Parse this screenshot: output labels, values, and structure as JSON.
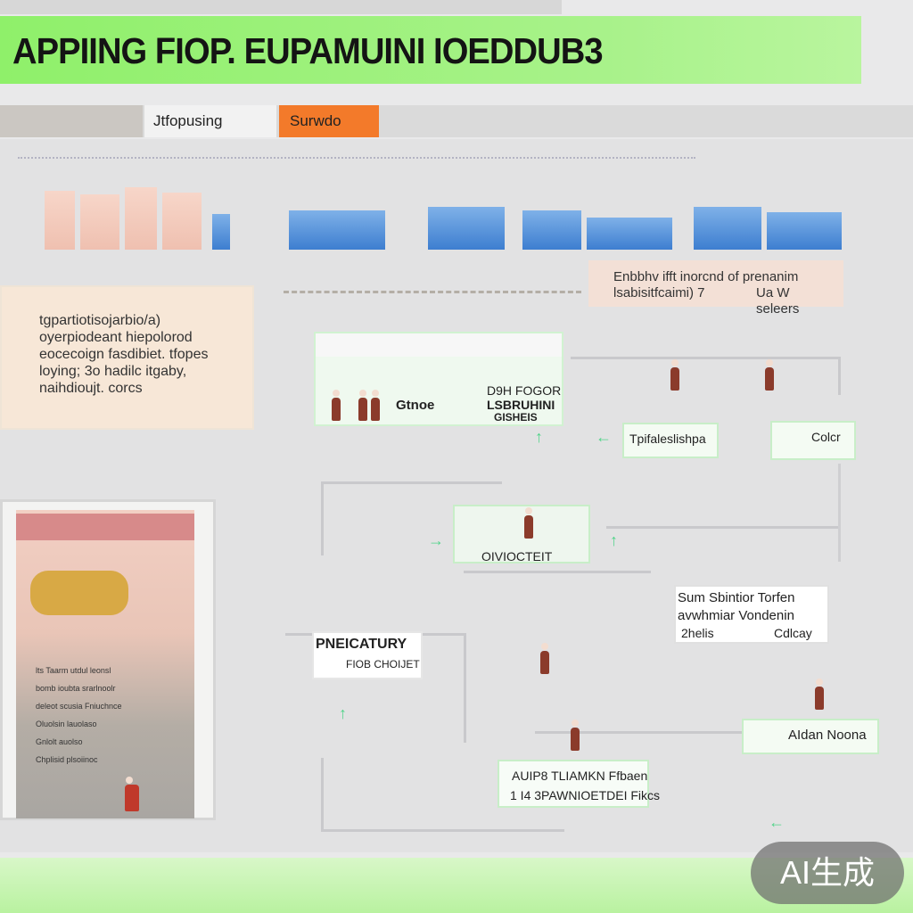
{
  "header": {
    "title": "APPIING FIOP. EUPAMUINI IOEDDUB3"
  },
  "tabs": [
    {
      "label": "Jtfopusing"
    },
    {
      "label": "Surwdo"
    }
  ],
  "info_box": {
    "lines": [
      "tgpartiotisojarbio/a)",
      "oyerpiodeant hiepolorod",
      "eocecoign fasdibiet. tfopes",
      "loying; 3o hadilc itgaby,",
      "naihdioujt. corcs"
    ]
  },
  "note_box": {
    "line1": "Enbbhv ifft inorcnd of prenanim",
    "line2": "lsabisitfcaimi) 7",
    "line3": "Ua W seleers"
  },
  "nodes": {
    "top_center": {
      "left": "Gtnoe",
      "right1": "D9H FOGOR",
      "right2": "LSBRUHINI",
      "right3": "GISHEIS"
    },
    "right_a": "Tpifaleslishpa",
    "right_b": "Colcr",
    "center": "OIVIOCTEIT",
    "right_mid": {
      "line1": "Sum Sbintior Torfen",
      "line2": "avwhmiar Vondenin",
      "line3": "2helis",
      "line4": "Cdlcay"
    },
    "left_mid": {
      "line1": "PNEICATURY",
      "line2": "FIOB CHOIJET"
    },
    "bottom_right": "AIdan Noona",
    "bottom_center": {
      "line1": "AUIP8 TLIAMKN Ffbaen",
      "line2": "1 I4 3PAWNIOETDEI Fikcs"
    }
  },
  "picture_panel": {
    "lines": [
      "lts    Taarm   utdul leonsl",
      "bomb  ioubta   srarlnoolr",
      "deleot  scusia   Fniuchnce",
      "Oluolsin lauolaso",
      "Gnlolt auolso",
      "Chplisid plsoiinoc"
    ]
  },
  "badge": {
    "label": "AI生成"
  }
}
